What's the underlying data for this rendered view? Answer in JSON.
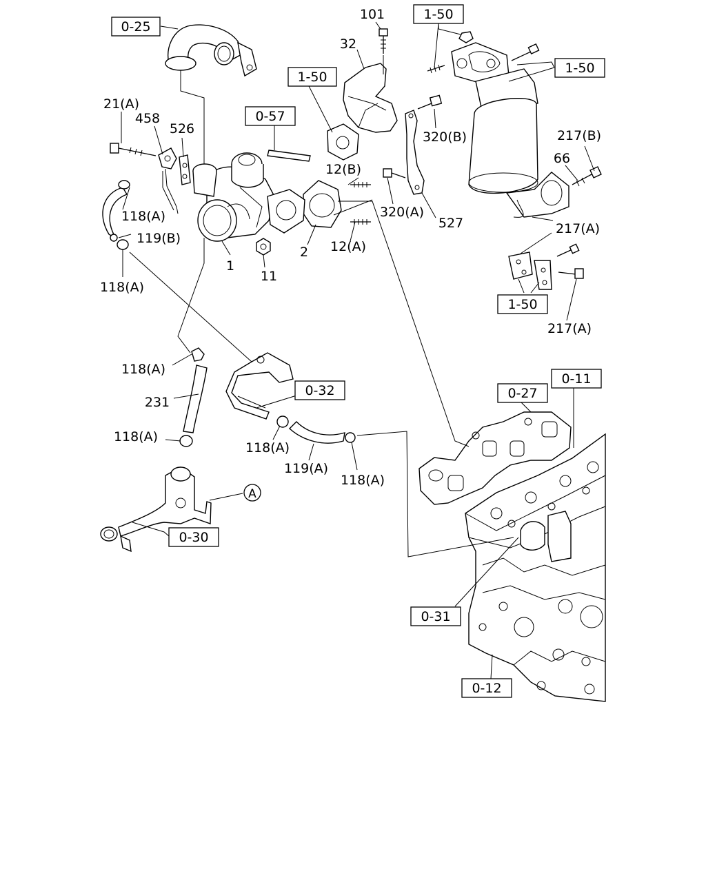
{
  "callouts": {
    "c0_25": "0-25",
    "c101": "101",
    "c1_50_top": "1-50",
    "c32": "32",
    "c1_50_right": "1-50",
    "c1_50_left": "1-50",
    "c21a": "21(A)",
    "c458": "458",
    "c526": "526",
    "c0_57": "0-57",
    "c320b": "320(B)",
    "c217b": "217(B)",
    "c66": "66",
    "c12b": "12(B)",
    "c118a_1": "118(A)",
    "c119b": "119(B)",
    "c320a": "320(A)",
    "c527": "527",
    "c217a_1": "217(A)",
    "c2": "2",
    "c12a": "12(A)",
    "c1": "1",
    "c11": "11",
    "c118a_2": "118(A)",
    "c1_50_bottom": "1-50",
    "c217a_2": "217(A)",
    "c118a_3": "118(A)",
    "c0_11": "0-11",
    "c0_27": "0-27",
    "c0_32": "0-32",
    "c231": "231",
    "c118a_4": "118(A)",
    "c118a_5": "118(A)",
    "c119a": "119(A)",
    "c118a_6": "118(A)",
    "cA": "A",
    "c0_30": "0-30",
    "c0_31": "0-31",
    "c0_12": "0-12"
  }
}
